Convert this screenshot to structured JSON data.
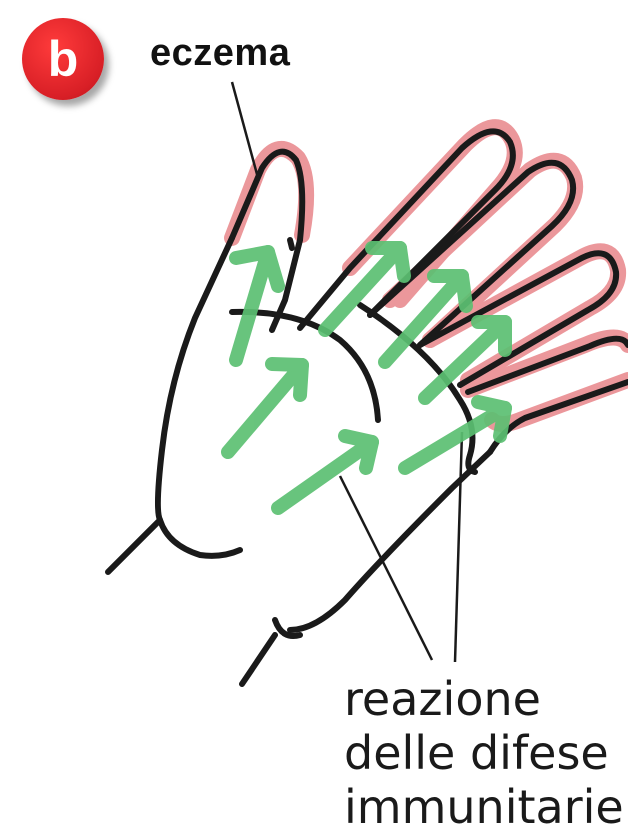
{
  "badge": {
    "letter": "b",
    "color": "#e0242a"
  },
  "labels": {
    "eczema": "eczema",
    "caption_lines": [
      "reazione",
      "delle difese",
      "immunitarie"
    ]
  },
  "colors": {
    "outline": "#1a1a1a",
    "eczema_highlight": "#e8868a",
    "arrow": "#5cc072"
  },
  "icons": {
    "hand": "hand-outline-icon",
    "arrow": "arrow-icon"
  }
}
